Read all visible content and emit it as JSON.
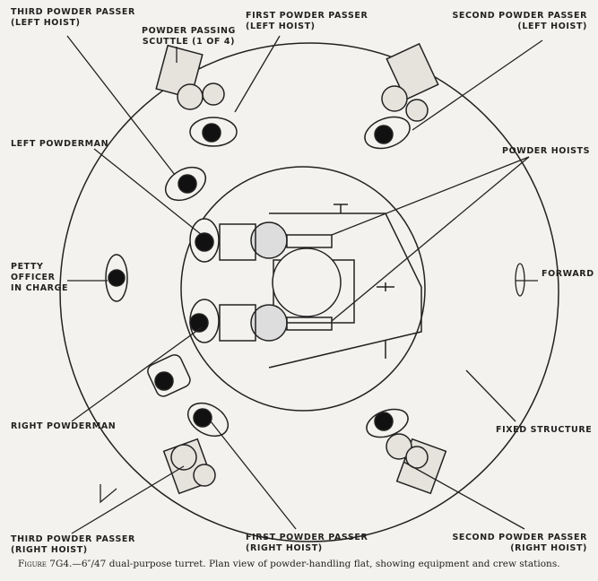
{
  "labels": {
    "third_left": [
      "THIRD POWDER PASSER",
      "(LEFT HOIST)"
    ],
    "scuttle": [
      "POWDER PASSING",
      "SCUTTLE (1 OF 4)"
    ],
    "first_left": [
      "FIRST POWDER PASSER",
      "(LEFT HOIST)"
    ],
    "second_left": [
      "SECOND POWDER PASSER",
      "(LEFT HOIST)"
    ],
    "left_powderman": "LEFT POWDERMAN",
    "powder_hoists": "POWDER HOISTS",
    "petty_officer": [
      "PETTY",
      "OFFICER",
      "IN CHARGE"
    ],
    "forward": "FORWARD",
    "right_powderman": "RIGHT POWDERMAN",
    "fixed_structure": "FIXED STRUCTURE",
    "third_right": [
      "THIRD POWDER PASSER",
      "(RIGHT HOIST)"
    ],
    "first_right": [
      "FIRST POWDER PASSER",
      "(RIGHT HOIST)"
    ],
    "second_right": [
      "SECOND POWDER PASSER",
      "(RIGHT HOIST)"
    ]
  },
  "caption": {
    "figure": "Figure 7G4.",
    "text": "—6″/47 dual-purpose turret.  Plan view of powder-handling flat, showing equipment and crew stations."
  }
}
